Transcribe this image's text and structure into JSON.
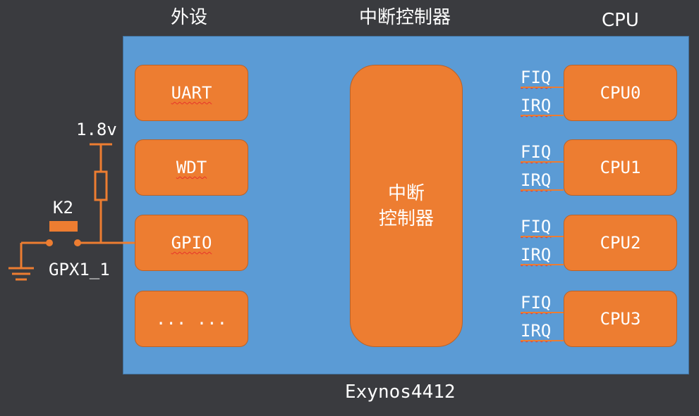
{
  "headings": {
    "peripherals": "外设",
    "interrupt_controller": "中断控制器",
    "cpu": "CPU"
  },
  "chip_label": "Exynos4412",
  "peripherals": [
    {
      "label": "UART"
    },
    {
      "label": "WDT"
    },
    {
      "label": "GPIO"
    },
    {
      "label": "... ..."
    }
  ],
  "controller": {
    "line1": "中断",
    "line2": "控制器"
  },
  "cpus": [
    {
      "label": "CPU0",
      "fiq": "FIQ",
      "irq": "IRQ"
    },
    {
      "label": "CPU1",
      "fiq": "FIQ",
      "irq": "IRQ"
    },
    {
      "label": "CPU2",
      "fiq": "FIQ",
      "irq": "IRQ"
    },
    {
      "label": "CPU3",
      "fiq": "FIQ",
      "irq": "IRQ"
    }
  ],
  "circuit": {
    "voltage": "1.8v",
    "switch": "K2",
    "pin": "GPX1_1"
  },
  "colors": {
    "background": "#3a3b3f",
    "chip": "#5b9bd5",
    "block": "#ed7d31",
    "wire": "#ed7d31"
  }
}
